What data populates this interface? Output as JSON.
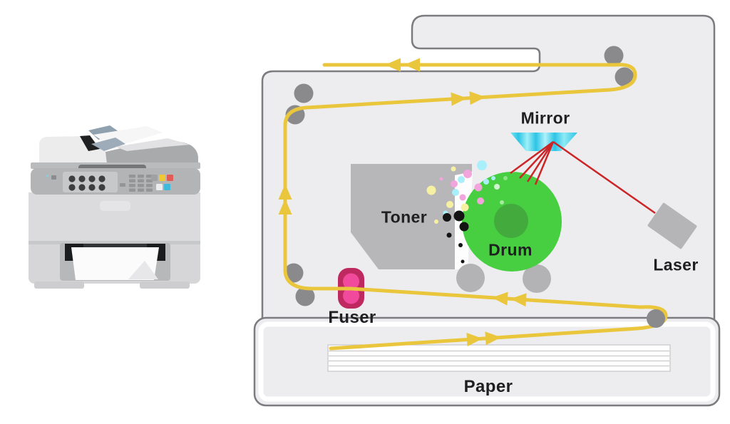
{
  "diagram": {
    "title_context": "laser printer working diagram",
    "labels": {
      "mirror": "Mirror",
      "toner": "Toner",
      "drum": "Drum",
      "laser": "Laser",
      "fuser": "Fuser",
      "paper": "Paper"
    },
    "colors": {
      "paper_path_yellow": "#EAC63C",
      "drum_green": "#47CE41",
      "drum_core_green": "#43AA3E",
      "toner_box_gray": "#B7B7B9",
      "mirror_cyan": "#35C9E9",
      "laser_beam_red": "#CC2528",
      "laser_body_gray": "#B5B5B7",
      "fuser_body_pink": "#BE2A60",
      "fuser_roller_pink": "#F1499B",
      "roller_dark_gray": "#8A8A8C",
      "roller_light_gray": "#B3B3B5",
      "body_fill_gray": "#EDEDEF",
      "body_stroke_gray": "#7C7C80",
      "toner_dot_cyan": "#A8EFFB",
      "toner_dot_pink": "#F2A4DC",
      "toner_dot_yellow": "#F6F0A2",
      "toner_dot_black": "#141414"
    }
  }
}
